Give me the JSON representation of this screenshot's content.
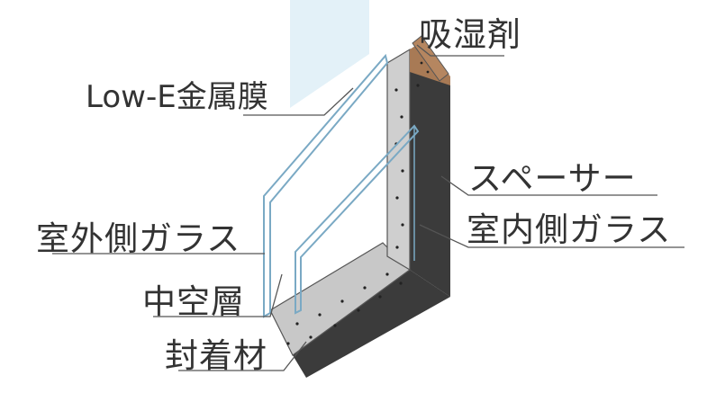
{
  "labels": {
    "desiccant": "吸湿剤",
    "low_e": "Low-E金属膜",
    "spacer": "スペーサー",
    "inner_glass": "室内側ガラス",
    "outer_glass": "室外側ガラス",
    "air_layer": "中空層",
    "sealant": "封着材"
  },
  "colors": {
    "label_text": "#333333",
    "leader_line": "#555555",
    "glass_edge": "#7aa9c4",
    "glass_tint": "#d9ecf5",
    "spacer_dark": "#3b3b3b",
    "sealant_gray": "#bdbdbd",
    "desiccant_brown": "#a87a55"
  }
}
